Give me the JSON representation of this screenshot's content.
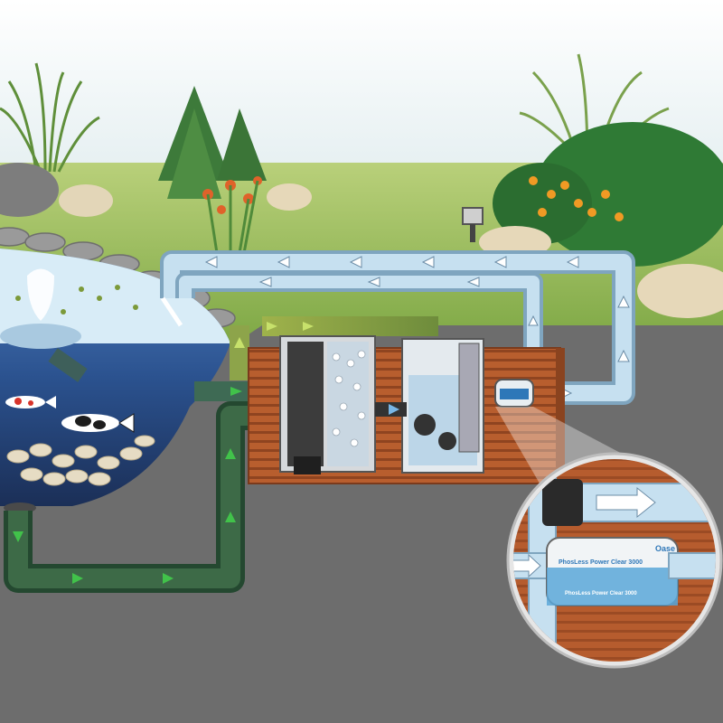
{
  "illustration": {
    "label_text": {
      "brand": "Oase",
      "product_line": "PhosLess Power Clear 3000",
      "product_name_small": "PhosLess Power Clear 3000"
    },
    "colors": {
      "sky": "#eaf2f3",
      "grass": "#95ba5e",
      "ground": "#6d6d6d",
      "pond_water": "#2a4f8f",
      "pond_surface": "#cfe6f3",
      "pipe_return": "#b8d6ea",
      "pipe_intake": "#2f5a3c",
      "pipe_mid": "#8da44a",
      "deck": "#b35a2f",
      "magnifier_ring": "#e6e6e6",
      "label_blue": "#2e77b8"
    }
  }
}
